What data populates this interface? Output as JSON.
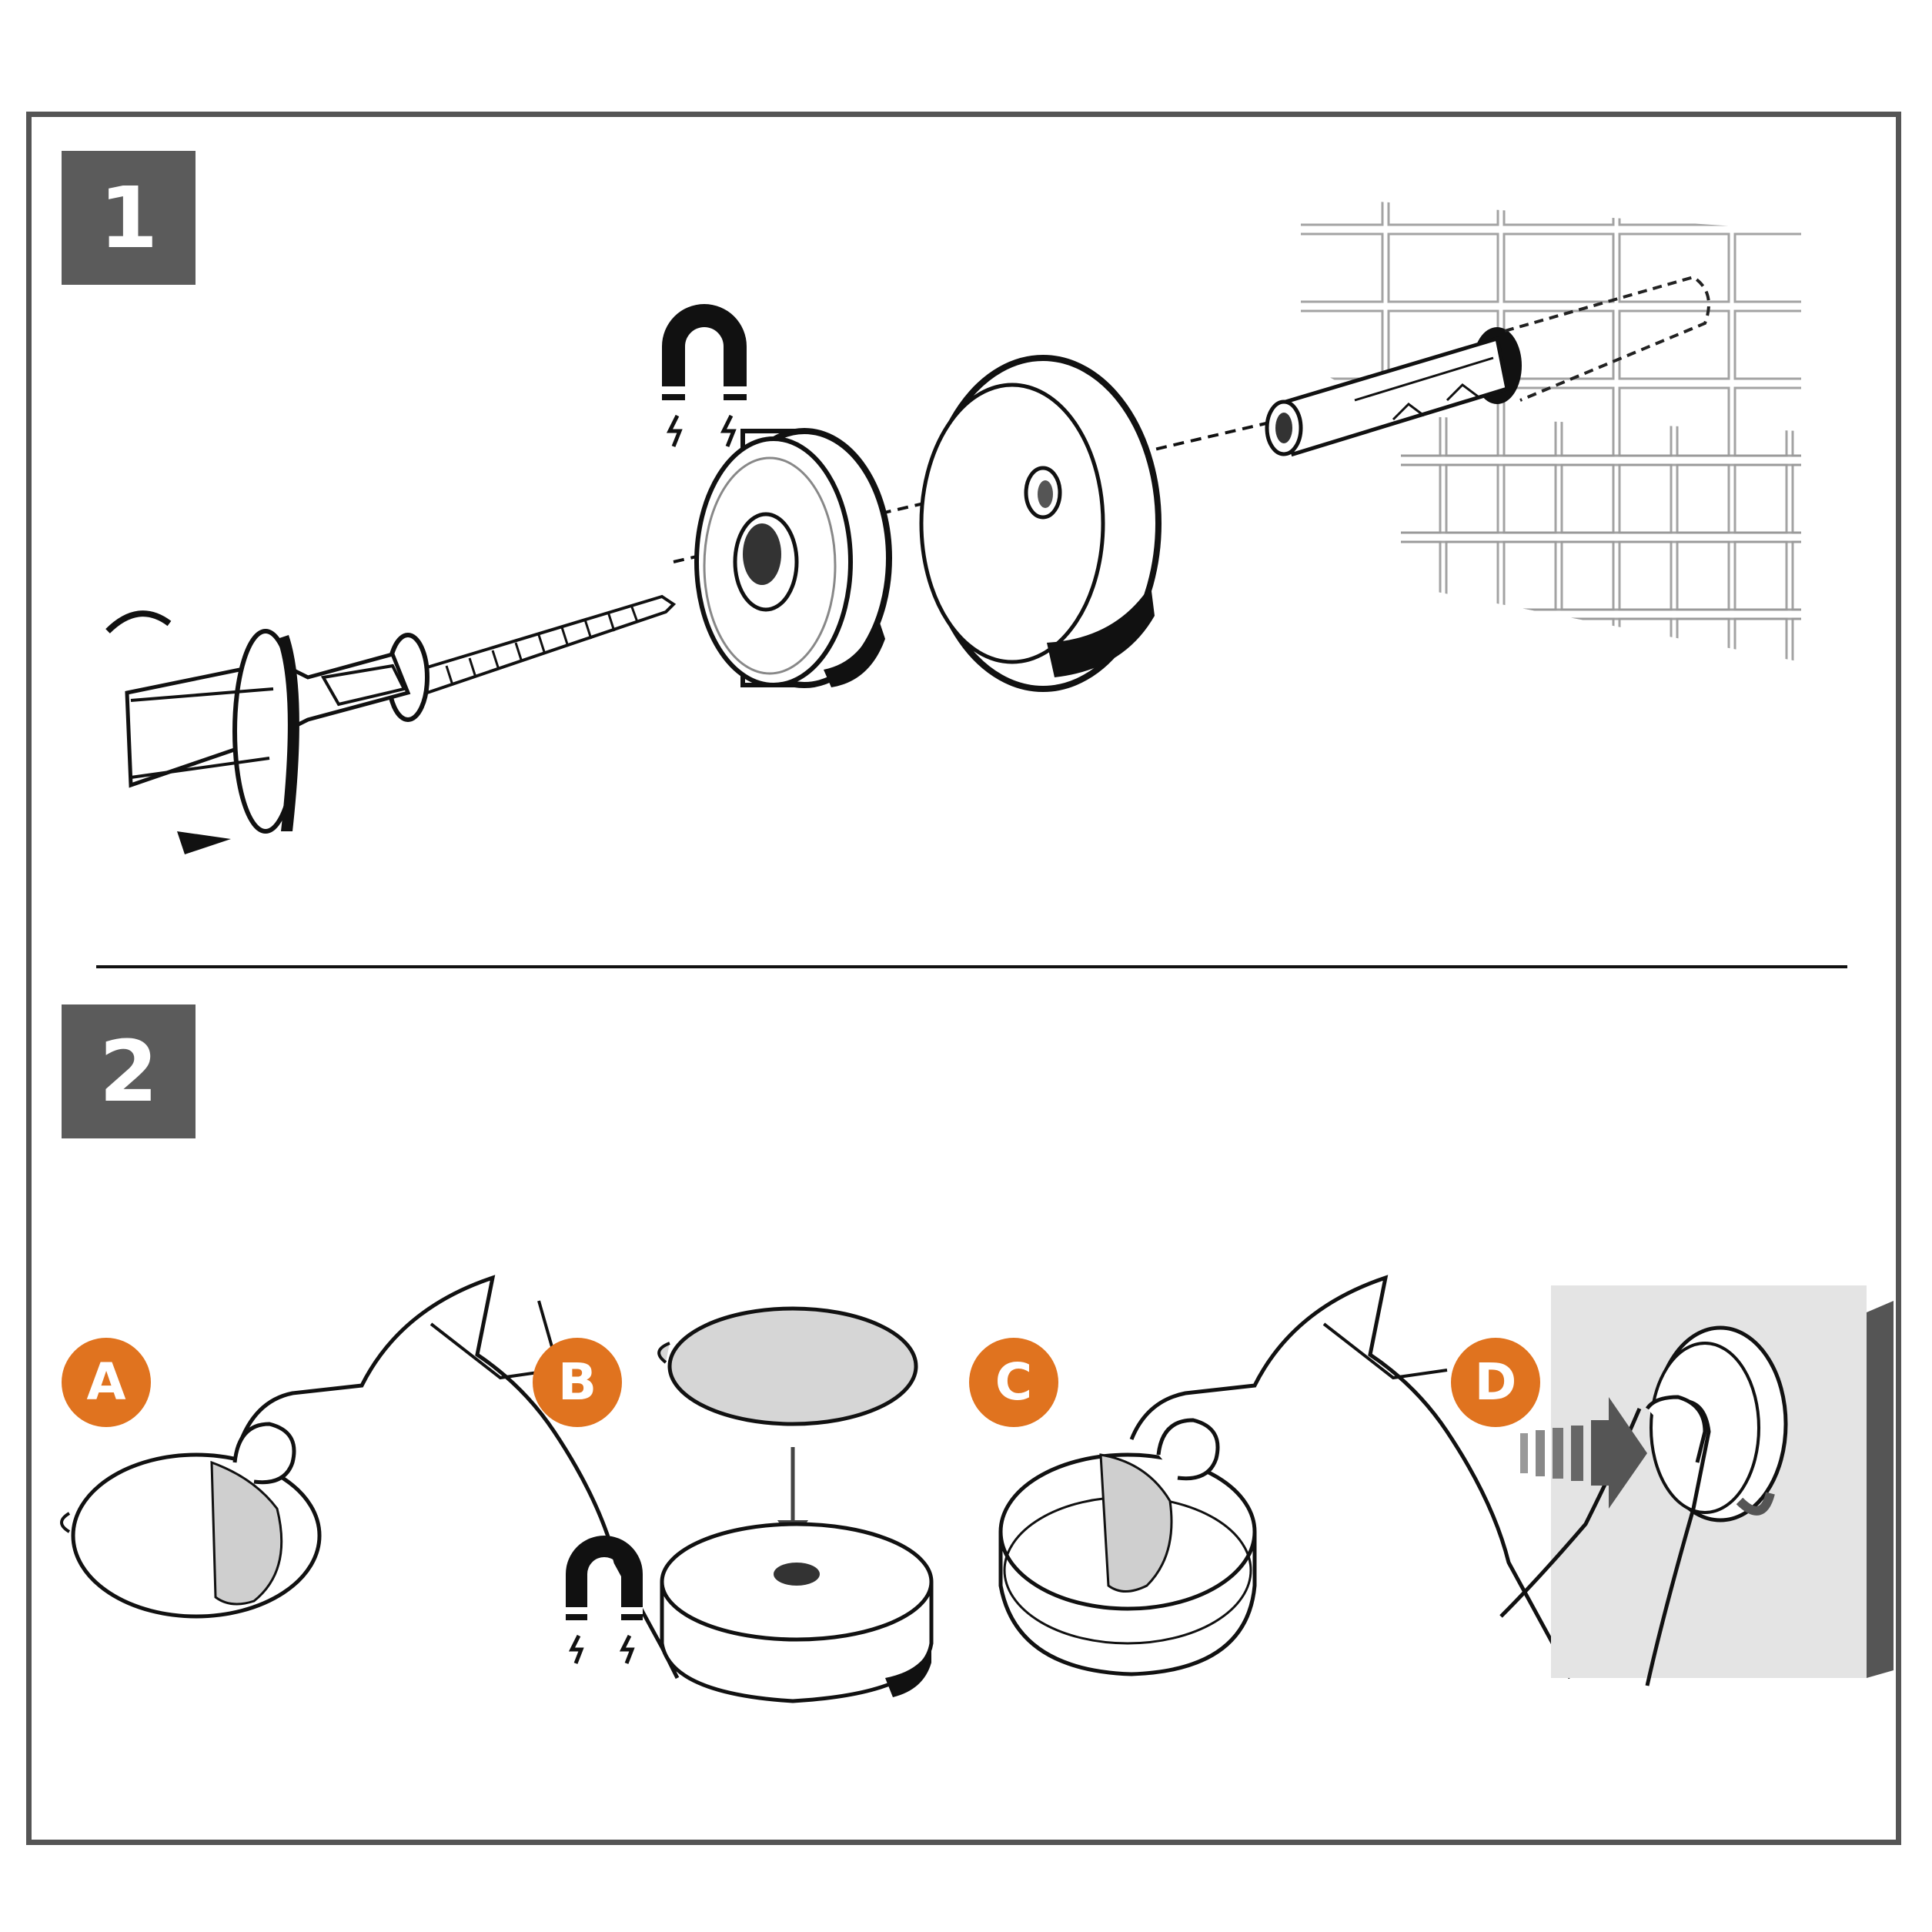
{
  "steps": [
    {
      "label": "1"
    },
    {
      "label": "2"
    }
  ],
  "substeps": [
    {
      "label": "A"
    },
    {
      "label": "B"
    },
    {
      "label": "C"
    },
    {
      "label": "D"
    }
  ],
  "colors": {
    "frame": "#555555",
    "step_box": "#5b5b5b",
    "badge": "#e0731f",
    "adhesive_pad": "#d6d6d6",
    "wall_panel": "#e4e4e4"
  },
  "icons": [
    "screwdriver-icon",
    "screw-icon",
    "magnet-icon",
    "ring-magnet",
    "cup-holder",
    "wall-plug",
    "brick-wall",
    "adhesive-pad",
    "hand",
    "push-arrow"
  ]
}
